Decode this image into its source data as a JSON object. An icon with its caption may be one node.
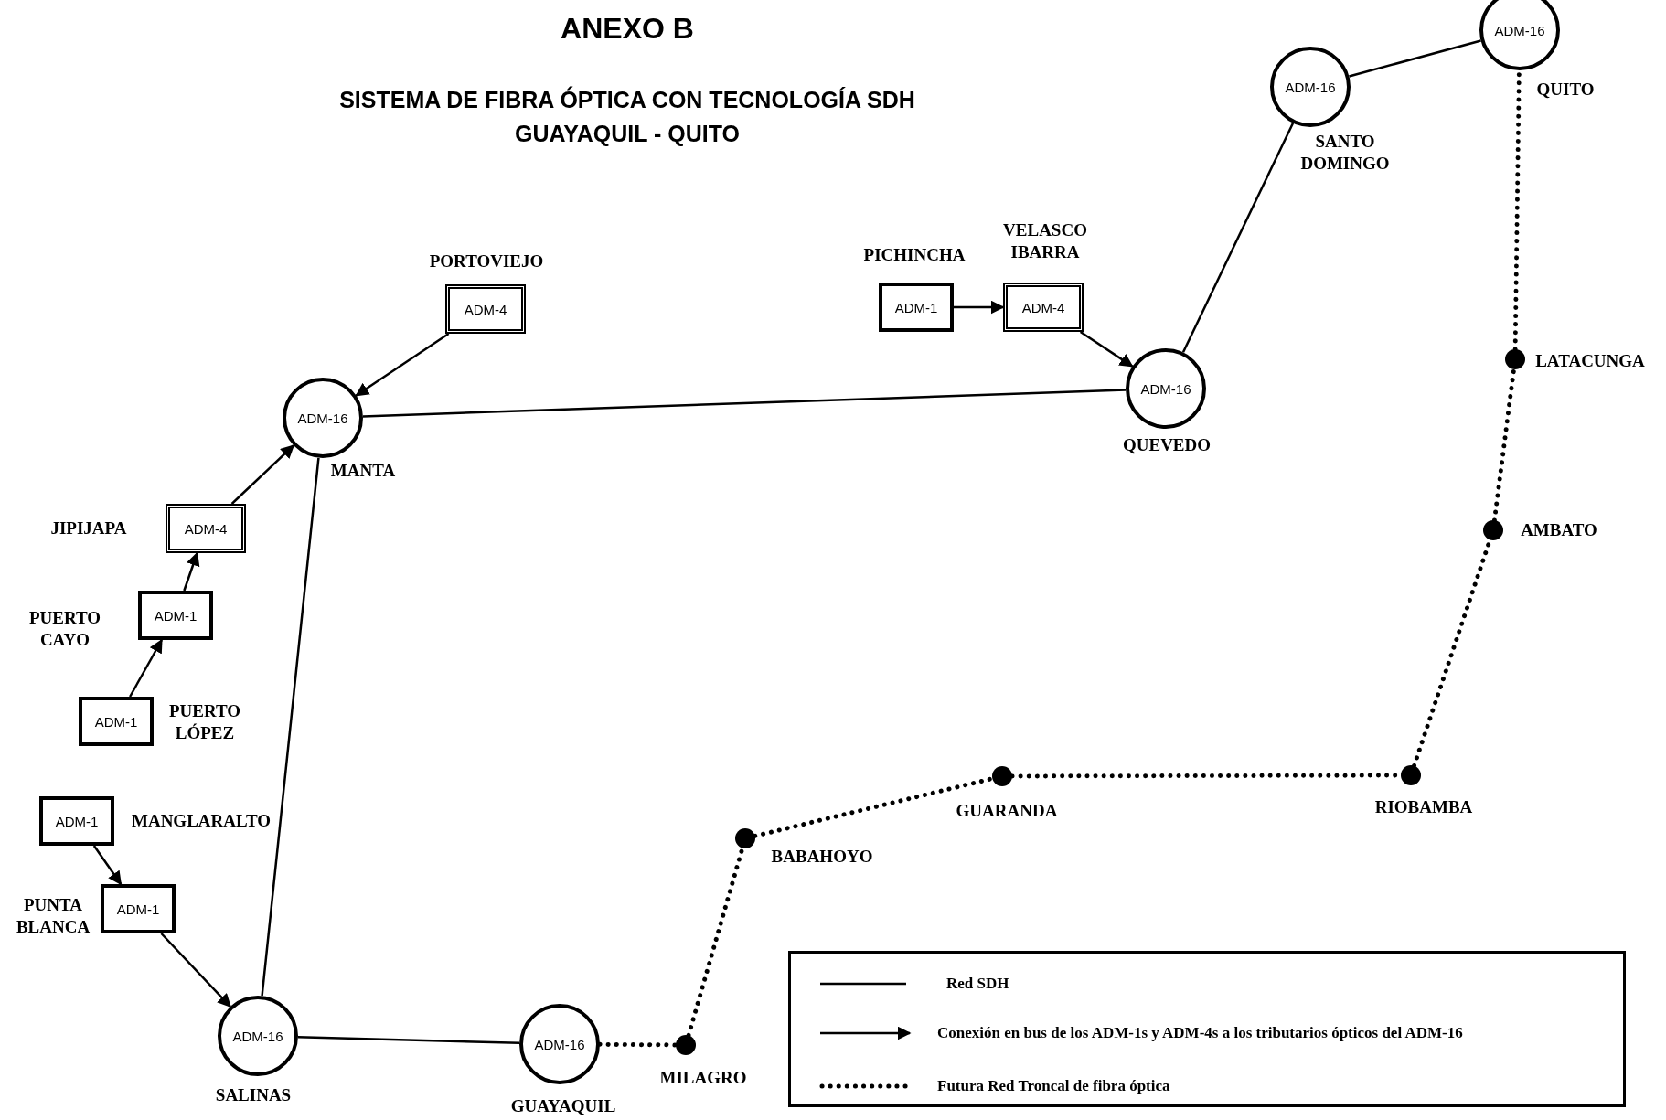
{
  "diagram": {
    "title": "ANEXO B",
    "nodes": [
      {
        "text": [
          "ADM-16"
        ],
        "beside": [
          "QUITO"
        ]
      },
      {
        "text": [
          "ADM-16"
        ],
        "beside": [
          "SANTO DOMINGO"
        ]
      },
      {
        "text": [
          "ADM-4"
        ],
        "beside": [
          "PORTOVIEJO"
        ]
      },
      {
        "text": [
          "ADM-1"
        ],
        "beside": [
          "PICHINCHA"
        ]
      },
      {
        "text": [
          "ADM-4"
        ],
        "beside": [
          "VELASCO IBARRA"
        ]
      },
      {
        "text": [],
        "shape": "circle",
        "beside": [
          "LATACUNGA"
        ]
      },
      {
        "text": [
          "ADM-16"
        ],
        "beside": [
          "QUEVEDO"
        ]
      },
      {
        "text": [
          "ADM-16"
        ],
        "beside": [
          "MANTA"
        ]
      },
      {
        "text": [
          "ADM-4"
        ],
        "beside": [
          "JIPIJAPA"
        ]
      },
      {
        "text": [],
        "shape": "circle",
        "beside": [
          "AMBATO"
        ]
      },
      {
        "text": [
          "ADM-1"
        ],
        "beside": [
          "PUERTO CAYO"
        ]
      },
      {
        "text": [
          "ADM-1"
        ],
        "beside": [
          "PUERTO LÓPEZ"
        ]
      },
      {
        "text": [],
        "shape": "circle",
        "beside": [
          "GUARANDA"
        ]
      },
      {
        "text": [],
        "shape": "circle",
        "beside": [
          "RIOBAMBA"
        ]
      },
      {
        "text": [
          "ADM-1"
        ],
        "beside": [
          "MANGLARALTO"
        ]
      },
      {
        "text": [],
        "shape": "circle",
        "beside": [
          "BABAHOYO"
        ]
      },
      {
        "text": [
          "ADM-1"
        ],
        "beside": [
          "PUNTA BLANCA"
        ]
      },
      {
        "text": [
          "ADM-16"
        ],
        "beside": [
          "SALINAS"
        ]
      },
      {
        "text": [
          "ADM-16"
        ],
        "beside": [
          "GUAYAQUIL"
        ]
      },
      {
        "text": [],
        "shape": "circle",
        "beside": [
          "MILAGRO"
        ]
      }
    ],
    "edges": [
      {
        "from": 1,
        "to": 0,
        "arrow": "none"
      },
      {
        "from": 6,
        "to": 1,
        "arrow": "none"
      },
      {
        "from": 7,
        "to": 6,
        "arrow": "none"
      },
      {
        "from": 17,
        "to": 7,
        "arrow": "none"
      },
      {
        "from": 17,
        "to": 18,
        "arrow": "none"
      },
      {
        "from": 2,
        "to": 7,
        "arrow": "to"
      },
      {
        "from": 3,
        "to": 4,
        "arrow": "to"
      },
      {
        "from": 4,
        "to": 6,
        "arrow": "to"
      },
      {
        "from": 8,
        "to": 7,
        "arrow": "to"
      },
      {
        "from": 10,
        "to": 8,
        "arrow": "to"
      },
      {
        "from": 11,
        "to": 10,
        "arrow": "to"
      },
      {
        "from": 14,
        "to": 16,
        "arrow": "to"
      },
      {
        "from": 16,
        "to": 17,
        "arrow": "to"
      },
      {
        "from": 18,
        "to": 19,
        "arrow": "none",
        "style": "dashed"
      },
      {
        "from": 19,
        "to": 15,
        "arrow": "none",
        "style": "dashed"
      },
      {
        "from": 15,
        "to": 12,
        "arrow": "none",
        "style": "dashed"
      },
      {
        "from": 12,
        "to": 13,
        "arrow": "none",
        "style": "dashed"
      },
      {
        "from": 13,
        "to": 9,
        "arrow": "none",
        "style": "dashed"
      },
      {
        "from": 9,
        "to": 5,
        "arrow": "none",
        "style": "dashed"
      },
      {
        "from": 5,
        "to": 0,
        "arrow": "none",
        "style": "dashed"
      }
    ],
    "labels": [
      "SISTEMA DE FIBRA ÓPTICA CON TECNOLOGÍA SDH",
      "GUAYAQUIL - QUITO"
    ],
    "legend": [
      {
        "text": "Red SDH"
      },
      {
        "text": "Conexión en bus de los ADM-1s y ADM-4s a los tributarios ópticos del ADM-16"
      },
      {
        "text": "Futura Red Troncal de fibra óptica"
      }
    ]
  }
}
